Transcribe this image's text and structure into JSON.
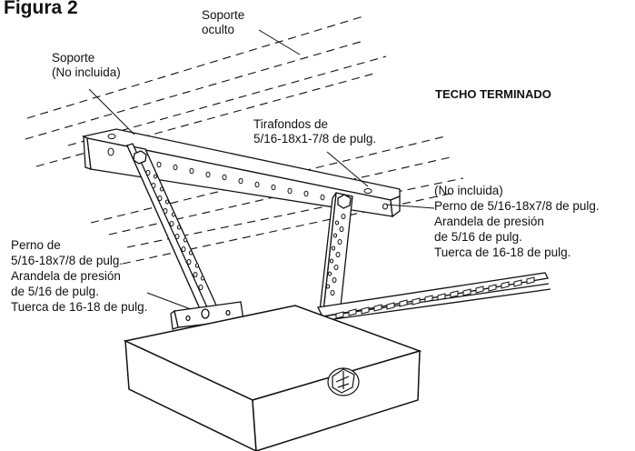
{
  "figure": {
    "title": "Figura 2"
  },
  "labels": {
    "hidden_support": [
      "Soporte",
      "oculto"
    ],
    "support_not_included": [
      "Soporte",
      "(No incluida)"
    ],
    "finished_ceiling": "TECHO TERMINADO",
    "lag_screws": [
      "Tirafondos de",
      "5/16-18x1-7/8 de pulg."
    ],
    "right_hardware": [
      "(No incluida)",
      "Perno de 5/16-18x7/8 de pulg.",
      "Arandela de presión",
      "de 5/16 de pulg.",
      "Tuerca de 16-18 de pulg."
    ],
    "left_hardware": [
      "Perno de",
      "5/16-18x7/8 de pulg.",
      "Arandela de presión",
      "de 5/16 de pulg.",
      "Tuerca de 16-18 de pulg."
    ]
  }
}
